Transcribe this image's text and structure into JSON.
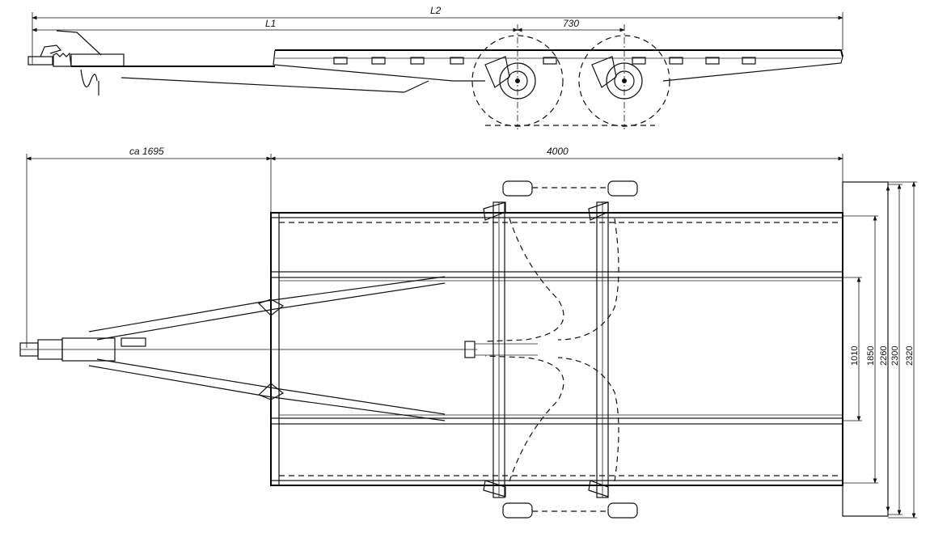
{
  "title": "Trailer chassis technical drawing",
  "side_view": {
    "dimensions": {
      "overall": "L2",
      "to_axle": "L1",
      "axle_spacing": "730"
    }
  },
  "top_view": {
    "dimensions": {
      "drawbar_length": "ca 1695",
      "body_length": "4000",
      "widths": [
        "1010",
        "1850",
        "2260",
        "2300",
        "2320"
      ]
    }
  }
}
